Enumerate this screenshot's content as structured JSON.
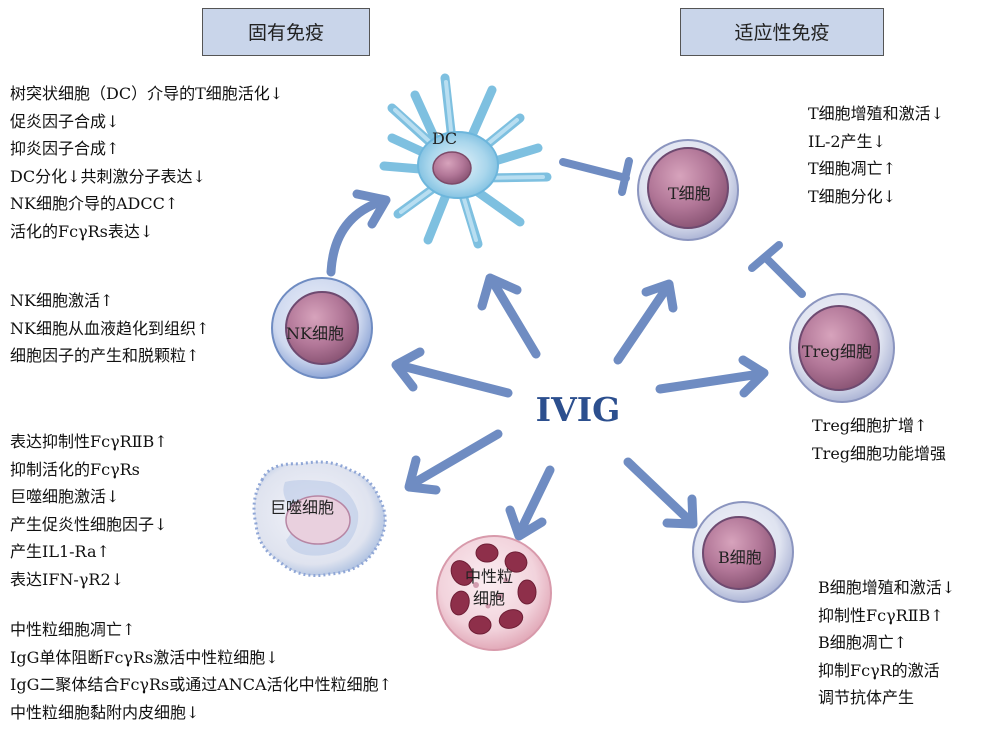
{
  "headers": {
    "innate": "固有免疫",
    "adaptive": "适应性免疫"
  },
  "center_label": "IVIG",
  "cells": {
    "dc": "DC",
    "t": "T细胞",
    "nk": "NK细胞",
    "treg": "Treg细胞",
    "macrophage": "巨噬细胞",
    "neutrophil": [
      "中性粒",
      "细胞"
    ],
    "b": "B细胞"
  },
  "texts": {
    "dc": [
      "树突状细胞（DC）介导的T细胞活化↓",
      "促炎因子合成↓",
      "抑炎因子合成↑",
      "DC分化↓共刺激分子表达↓",
      "NK细胞介导的ADCC↑",
      "活化的FcγRs表达↓"
    ],
    "nk": [
      "NK细胞激活↑",
      "NK细胞从血液趋化到组织↑",
      "细胞因子的产生和脱颗粒↑"
    ],
    "macrophage": [
      "表达抑制性FcγRⅡB↑",
      "抑制活化的FcγRs",
      "巨噬细胞激活↓",
      "产生促炎性细胞因子↓",
      "产生IL1-Ra↑",
      "表达IFN-γR2↓"
    ],
    "neutrophil": [
      "中性粒细胞凋亡↑",
      "IgG单体阻断FcγRs激活中性粒细胞↓",
      "IgG二聚体结合FcγRs或通过ANCA活化中性粒细胞↑",
      "中性粒细胞黏附内皮细胞↓"
    ],
    "t": [
      "T细胞增殖和激活↓",
      "IL-2产生↓",
      "T细胞凋亡↑",
      "T细胞分化↓"
    ],
    "treg": [
      "Treg细胞扩增↑",
      "Treg细胞功能增强"
    ],
    "b": [
      "B细胞增殖和激活↓",
      "抑制性FcγRⅡB↑",
      "B细胞凋亡↑",
      "抑制FcγR的激活",
      "调节抗体产生"
    ]
  },
  "colors": {
    "header_bg": "#c9d5ea",
    "arrow": "#6f8cc2",
    "center_text": "#2c4f8e"
  }
}
